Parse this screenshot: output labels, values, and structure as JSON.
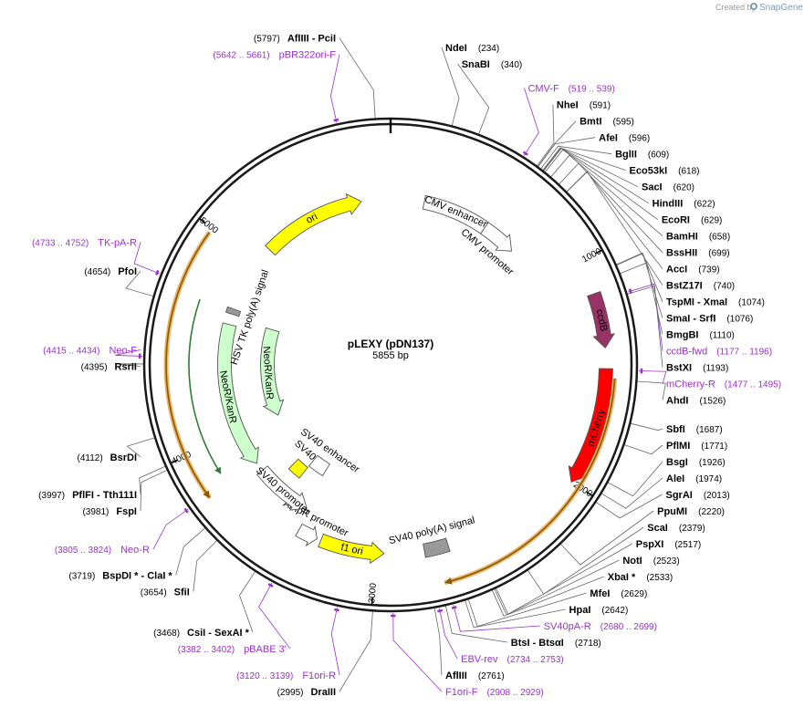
{
  "credit": {
    "prefix": "Created by",
    "brand": "SnapGene"
  },
  "plasmid": {
    "name": "pLEXY (pDN137)",
    "length_label": "5855 bp",
    "length": 5855
  },
  "colors": {
    "primer": "#9b30d0",
    "leader": "#666666",
    "accent": "#e8a64a"
  },
  "ticks": [
    {
      "label": "1000",
      "pos": 1000
    },
    {
      "label": "2000",
      "pos": 2000
    },
    {
      "label": "3000",
      "pos": 3000
    },
    {
      "label": "4000",
      "pos": 4000
    },
    {
      "label": "5000",
      "pos": 5000
    }
  ],
  "sites": [
    {
      "name": "AflIII",
      "suffix": " - PciI",
      "pos_label": "(5797)",
      "pos": 5797,
      "side": "L"
    },
    {
      "name": "NdeI",
      "suffix": "",
      "pos_label": "(234)",
      "pos": 234,
      "side": "R"
    },
    {
      "name": "SnaBI",
      "suffix": "",
      "pos_label": "(340)",
      "pos": 340,
      "side": "R"
    },
    {
      "name": "NheI",
      "suffix": "",
      "pos_label": "(591)",
      "pos": 591,
      "side": "R"
    },
    {
      "name": "BmtI",
      "suffix": "",
      "pos_label": "(595)",
      "pos": 595,
      "side": "R"
    },
    {
      "name": "AfeI",
      "suffix": "",
      "pos_label": "(596)",
      "pos": 596,
      "side": "R"
    },
    {
      "name": "BglII",
      "suffix": "",
      "pos_label": "(609)",
      "pos": 609,
      "side": "R"
    },
    {
      "name": "Eco53kI",
      "suffix": "",
      "pos_label": "(618)",
      "pos": 618,
      "side": "R"
    },
    {
      "name": "SacI",
      "suffix": "",
      "pos_label": "(620)",
      "pos": 620,
      "side": "R"
    },
    {
      "name": "HindIII",
      "suffix": "",
      "pos_label": "(622)",
      "pos": 622,
      "side": "R"
    },
    {
      "name": "EcoRI",
      "suffix": "",
      "pos_label": "(629)",
      "pos": 629,
      "side": "R"
    },
    {
      "name": "BamHI",
      "suffix": "",
      "pos_label": "(658)",
      "pos": 658,
      "side": "R"
    },
    {
      "name": "BssHII",
      "suffix": "",
      "pos_label": "(699)",
      "pos": 699,
      "side": "R"
    },
    {
      "name": "AccI",
      "suffix": "",
      "pos_label": "(739)",
      "pos": 739,
      "side": "R"
    },
    {
      "name": "BstZ17I",
      "suffix": "",
      "pos_label": "(740)",
      "pos": 740,
      "side": "R"
    },
    {
      "name": "TspMI",
      "suffix": " - XmaI",
      "pos_label": "(1074)",
      "pos": 1074,
      "side": "R"
    },
    {
      "name": "SmaI",
      "suffix": " - SrfI",
      "pos_label": "(1076)",
      "pos": 1076,
      "side": "R"
    },
    {
      "name": "BmgBI",
      "suffix": "",
      "pos_label": "(1110)",
      "pos": 1110,
      "side": "R"
    },
    {
      "name": "BstXI",
      "suffix": "",
      "pos_label": "(1193)",
      "pos": 1193,
      "side": "R"
    },
    {
      "name": "AhdI",
      "suffix": "",
      "pos_label": "(1526)",
      "pos": 1526,
      "side": "R"
    },
    {
      "name": "SbfI",
      "suffix": "",
      "pos_label": "(1687)",
      "pos": 1687,
      "side": "R"
    },
    {
      "name": "PflMI",
      "suffix": "",
      "pos_label": "(1771)",
      "pos": 1771,
      "side": "R"
    },
    {
      "name": "BsgI",
      "suffix": "",
      "pos_label": "(1926)",
      "pos": 1926,
      "side": "R"
    },
    {
      "name": "AleI",
      "suffix": "",
      "pos_label": "(1974)",
      "pos": 1974,
      "side": "R"
    },
    {
      "name": "SgrAI",
      "suffix": "",
      "pos_label": "(2013)",
      "pos": 2013,
      "side": "R"
    },
    {
      "name": "PpuMI",
      "suffix": "",
      "pos_label": "(2220)",
      "pos": 2220,
      "side": "R"
    },
    {
      "name": "ScaI",
      "suffix": "",
      "pos_label": "(2379)",
      "pos": 2379,
      "side": "R"
    },
    {
      "name": "PspXI",
      "suffix": "",
      "pos_label": "(2517)",
      "pos": 2517,
      "side": "R"
    },
    {
      "name": "NotI",
      "suffix": "",
      "pos_label": "(2523)",
      "pos": 2523,
      "side": "R"
    },
    {
      "name": "XbaI *",
      "suffix": "",
      "pos_label": "(2533)",
      "pos": 2533,
      "side": "R"
    },
    {
      "name": "MfeI",
      "suffix": "",
      "pos_label": "(2629)",
      "pos": 2629,
      "side": "R"
    },
    {
      "name": "HpaI",
      "suffix": "",
      "pos_label": "(2642)",
      "pos": 2642,
      "side": "R"
    },
    {
      "name": "BtsI",
      "suffix": " - BtsαI",
      "pos_label": "(2718)",
      "pos": 2718,
      "side": "R"
    },
    {
      "name": "AflIII",
      "suffix": "",
      "pos_label": "(2761)",
      "pos": 2761,
      "side": "R"
    },
    {
      "name": "DraIII",
      "suffix": "",
      "pos_label": "(2995)",
      "pos": 2995,
      "side": "L"
    },
    {
      "name": "CsiI",
      "suffix": " - SexAI *",
      "pos_label": "(3468)",
      "pos": 3468,
      "side": "L"
    },
    {
      "name": "SfiI",
      "suffix": "",
      "pos_label": "(3654)",
      "pos": 3654,
      "side": "L"
    },
    {
      "name": "BspDI *",
      "suffix": " - ClaI *",
      "pos_label": "(3719)",
      "pos": 3719,
      "side": "L"
    },
    {
      "name": "FspI",
      "suffix": "",
      "pos_label": "(3981)",
      "pos": 3981,
      "side": "L"
    },
    {
      "name": "PflFI",
      "suffix": " - Tth111I",
      "pos_label": "(3997)",
      "pos": 3997,
      "side": "L"
    },
    {
      "name": "BsrDI",
      "suffix": "",
      "pos_label": "(4112)",
      "pos": 4112,
      "side": "L"
    },
    {
      "name": "RsrII",
      "suffix": "",
      "pos_label": "(4395)",
      "pos": 4395,
      "side": "L"
    },
    {
      "name": "PfoI",
      "suffix": "",
      "pos_label": "(4654)",
      "pos": 4654,
      "side": "L"
    }
  ],
  "primers": [
    {
      "name": "pBR322ori-F",
      "range": "(5642 .. 5661)",
      "pos": 5651,
      "side": "L"
    },
    {
      "name": "CMV-F",
      "range": "(519 .. 539)",
      "pos": 529,
      "side": "R"
    },
    {
      "name": "ccdB-fwd",
      "range": "(1177 .. 1196)",
      "pos": 1186,
      "side": "R"
    },
    {
      "name": "mCherry-R",
      "range": "(1477 .. 1495)",
      "pos": 1486,
      "side": "R"
    },
    {
      "name": "SV40pA-R",
      "range": "(2680 .. 2699)",
      "pos": 2689,
      "side": "R"
    },
    {
      "name": "EBV-rev",
      "range": "(2734 .. 2753)",
      "pos": 2743,
      "side": "R"
    },
    {
      "name": "F1ori-F",
      "range": "(2908 .. 2929)",
      "pos": 2918,
      "side": "R"
    },
    {
      "name": "F1ori-R",
      "range": "(3120 .. 3139)",
      "pos": 3129,
      "side": "L"
    },
    {
      "name": "pBABE 3'",
      "range": "(3382 .. 3402)",
      "pos": 3392,
      "side": "L"
    },
    {
      "name": "Neo-R",
      "range": "(3805 .. 3824)",
      "pos": 3814,
      "side": "L"
    },
    {
      "name": "Neo-F",
      "range": "(4415 .. 4434)",
      "pos": 4424,
      "side": "L"
    },
    {
      "name": "TK-pA-R",
      "range": "(4733 .. 4752)",
      "pos": 4742,
      "side": "L"
    }
  ],
  "features": [
    {
      "label": "ori",
      "start": 5100,
      "end": 5690,
      "ring": 3,
      "color": "#ffff00",
      "dir": 1,
      "shape": "arrow"
    },
    {
      "label": "CMV enhancer",
      "start": 190,
      "end": 560,
      "ring": 3,
      "color": "#ffffff",
      "dir": 1,
      "shape": "box"
    },
    {
      "label": "CMV promoter",
      "start": 560,
      "end": 760,
      "ring": 3,
      "color": "#ffffff",
      "dir": 1,
      "shape": "arrow"
    },
    {
      "label": "ccdB",
      "start": 1150,
      "end": 1390,
      "ring": 1,
      "color": "#993366",
      "dir": 1,
      "shape": "arrow"
    },
    {
      "label": "mCherry",
      "start": 1480,
      "end": 2000,
      "ring": 1,
      "color": "#ff0000",
      "dir": 1,
      "shape": "arrow"
    },
    {
      "label": "SV40 poly(A) signal",
      "start": 2640,
      "end": 2760,
      "ring": 2,
      "color": "#999999",
      "dir": 0,
      "shape": "box"
    },
    {
      "label": "f1 ori",
      "start": 2960,
      "end": 3280,
      "ring": 2,
      "color": "#ffff00",
      "dir": -1,
      "shape": "arrow"
    },
    {
      "label": "AmpR promoter",
      "start": 3300,
      "end": 3400,
      "ring": 2,
      "color": "#ffffff",
      "dir": -1,
      "shape": "arrow"
    },
    {
      "label": "SV40 promoter",
      "start": 3420,
      "end": 3750,
      "ring": 3,
      "color": "#ffffff",
      "dir": -1,
      "shape": "arrow"
    },
    {
      "label": "SV40 ori",
      "start": 3560,
      "end": 3650,
      "ring": 4,
      "color": "#ffff00",
      "dir": 0,
      "shape": "box"
    },
    {
      "label": "SV40 enhancer",
      "start": 3440,
      "end": 3560,
      "ring": 5,
      "color": "#ffffff",
      "dir": 0,
      "shape": "box"
    },
    {
      "label": "NeoR/KanR",
      "start": 3800,
      "end": 4620,
      "ring": 3,
      "color": "#ccffcc",
      "dir": -1,
      "shape": "arrow"
    },
    {
      "label": "NeoR/KanR",
      "start": 4000,
      "end": 4660,
      "ring": 5,
      "color": "#ccffcc",
      "dir": -1,
      "shape": "arrow"
    },
    {
      "label": "HSV TK poly(A) signal",
      "start": 4680,
      "end": 4710,
      "ring": 3,
      "color": "#999999",
      "dir": 0,
      "shape": "box"
    }
  ],
  "thin_arcs": [
    {
      "start": 3860,
      "end": 4700,
      "ring": 1.55,
      "color": "#2e7d32",
      "dir": -1
    },
    {
      "start": 1520,
      "end": 2700,
      "ring": 0.45,
      "color": "#8a5a00",
      "dir": 1
    },
    {
      "start": 3800,
      "end": 4980,
      "ring": 0.45,
      "color": "#8a5a00",
      "dir": -1
    }
  ]
}
